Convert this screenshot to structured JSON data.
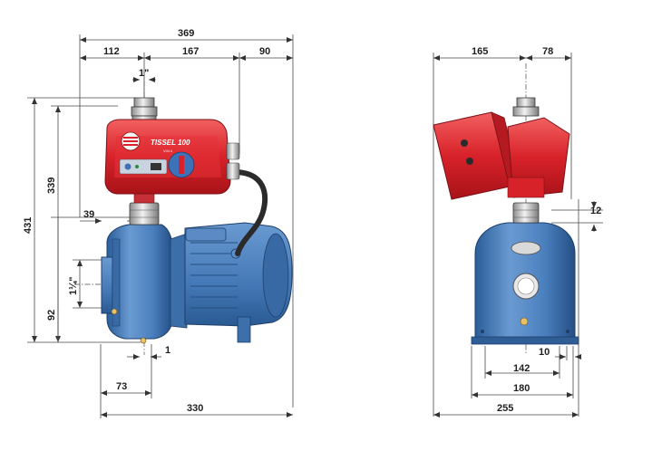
{
  "diagram": {
    "front_view": {
      "dims": {
        "overall_width": "369",
        "left_to_outlet": "112",
        "outlet_to_cable": "167",
        "cable_to_edge": "90",
        "outlet_size": "1\"",
        "total_height": "431",
        "controller_height": "339",
        "base_to_inlet": "92",
        "inlet_size": "1¼\"",
        "inlet_offset": "39",
        "foot_offset": "1",
        "front_to_inlet": "73",
        "base_length": "330"
      },
      "controller_brand": "TISSEL 100",
      "controller_small_text": "V.M.4"
    },
    "side_view": {
      "dims": {
        "left_to_center": "165",
        "center_to_right": "78",
        "foot_height": "12",
        "foot_width": "10",
        "hole_spacing": "142",
        "base_width": "180",
        "overall_width": "255"
      }
    }
  }
}
